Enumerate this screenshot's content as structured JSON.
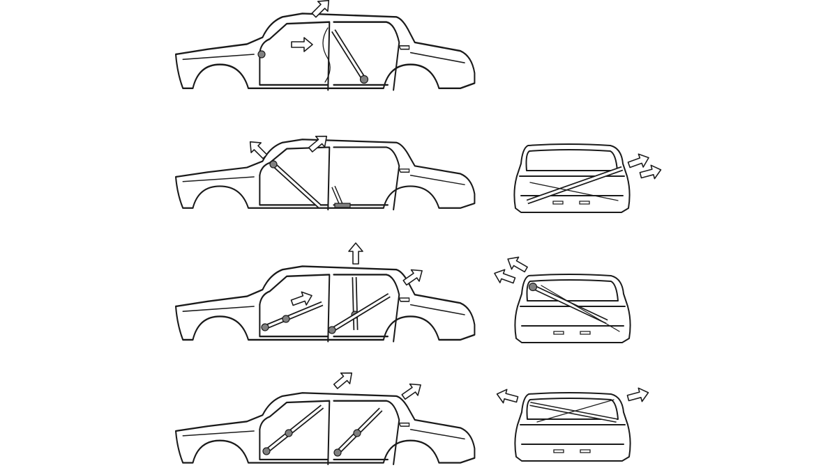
{
  "figure": {
    "rows": [
      {
        "id": "row-1",
        "side_view": true,
        "rear_view": false
      },
      {
        "id": "row-2",
        "side_view": true,
        "rear_view": true
      },
      {
        "id": "row-3",
        "side_view": true,
        "rear_view": true
      },
      {
        "id": "row-4",
        "side_view": true,
        "rear_view": true
      }
    ],
    "colors": {
      "line": "#1a1a1a",
      "strut_end": "#808080",
      "background": "#ffffff"
    },
    "icons": [
      "force-arrow-icon",
      "car-side-silhouette",
      "car-rear-silhouette",
      "brace-strut"
    ]
  }
}
